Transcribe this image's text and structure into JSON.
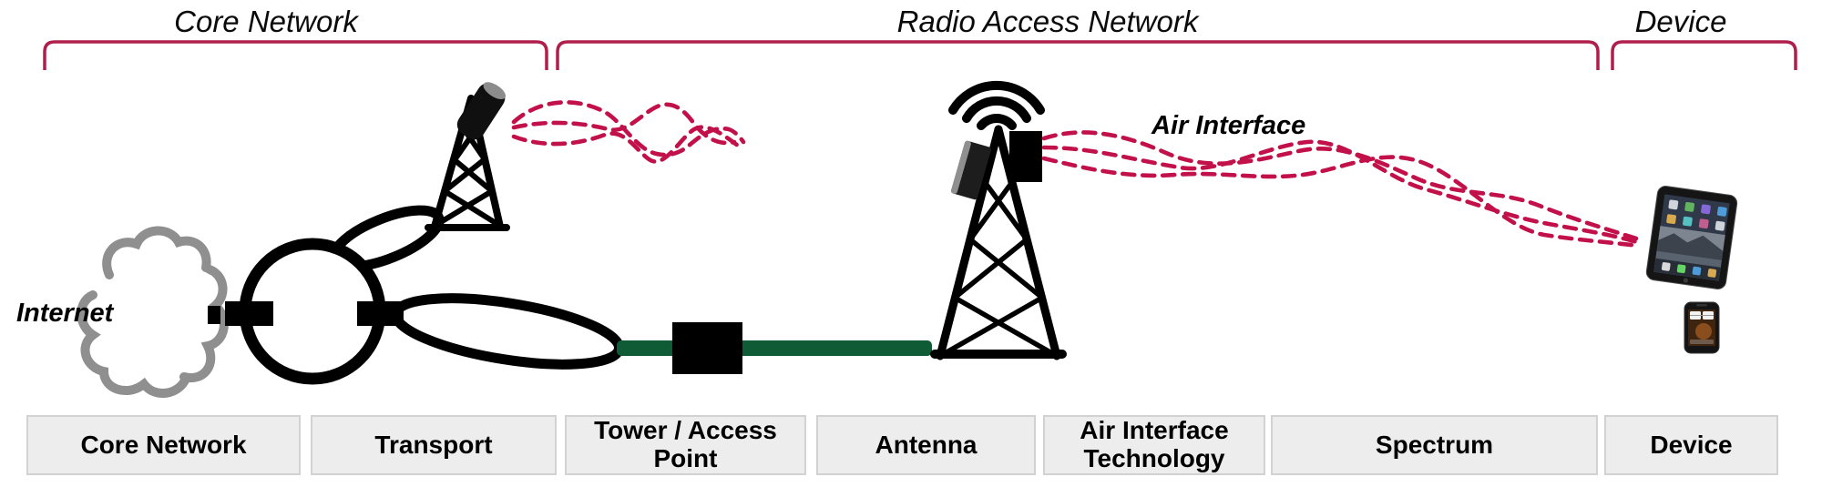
{
  "colors": {
    "bracket": "#b01e4c",
    "wave": "#c2114a",
    "fiber": "#0e5b36",
    "box_bg": "#ededed",
    "box_border": "#d2d2d2",
    "cloud": "#8f8f8f",
    "ink": "#000000"
  },
  "brackets": [
    {
      "label": "Core Network"
    },
    {
      "label": "Radio Access Network"
    },
    {
      "label": "Device"
    }
  ],
  "labels": {
    "internet": "Internet",
    "air_interface": "Air Interface"
  },
  "layer_boxes": [
    {
      "label": "Core Network"
    },
    {
      "label": "Transport"
    },
    {
      "label": "Tower / Access Point"
    },
    {
      "label": "Antenna"
    },
    {
      "label": "Air Interface Technology"
    },
    {
      "label": "Spectrum"
    },
    {
      "label": "Device"
    }
  ],
  "icons": {
    "internet-cloud-icon": "gray sketched cloud outline",
    "core-ring-icon": "black circle ring with connector blocks",
    "transport-loop-icon": "black ellipse loops",
    "microwave-tower-icon": "lattice tower with tilted microwave drum",
    "fiber-link-icon": "green horizontal fiber bar with black equipment box",
    "cell-tower-icon": "lattice tower with signal arcs and panel antennas",
    "spectrum-waves-icon": "crimson dashed braided waves",
    "tablet-icon": "tablet with app icons",
    "smartphone-icon": "smartphone with clock widget"
  }
}
